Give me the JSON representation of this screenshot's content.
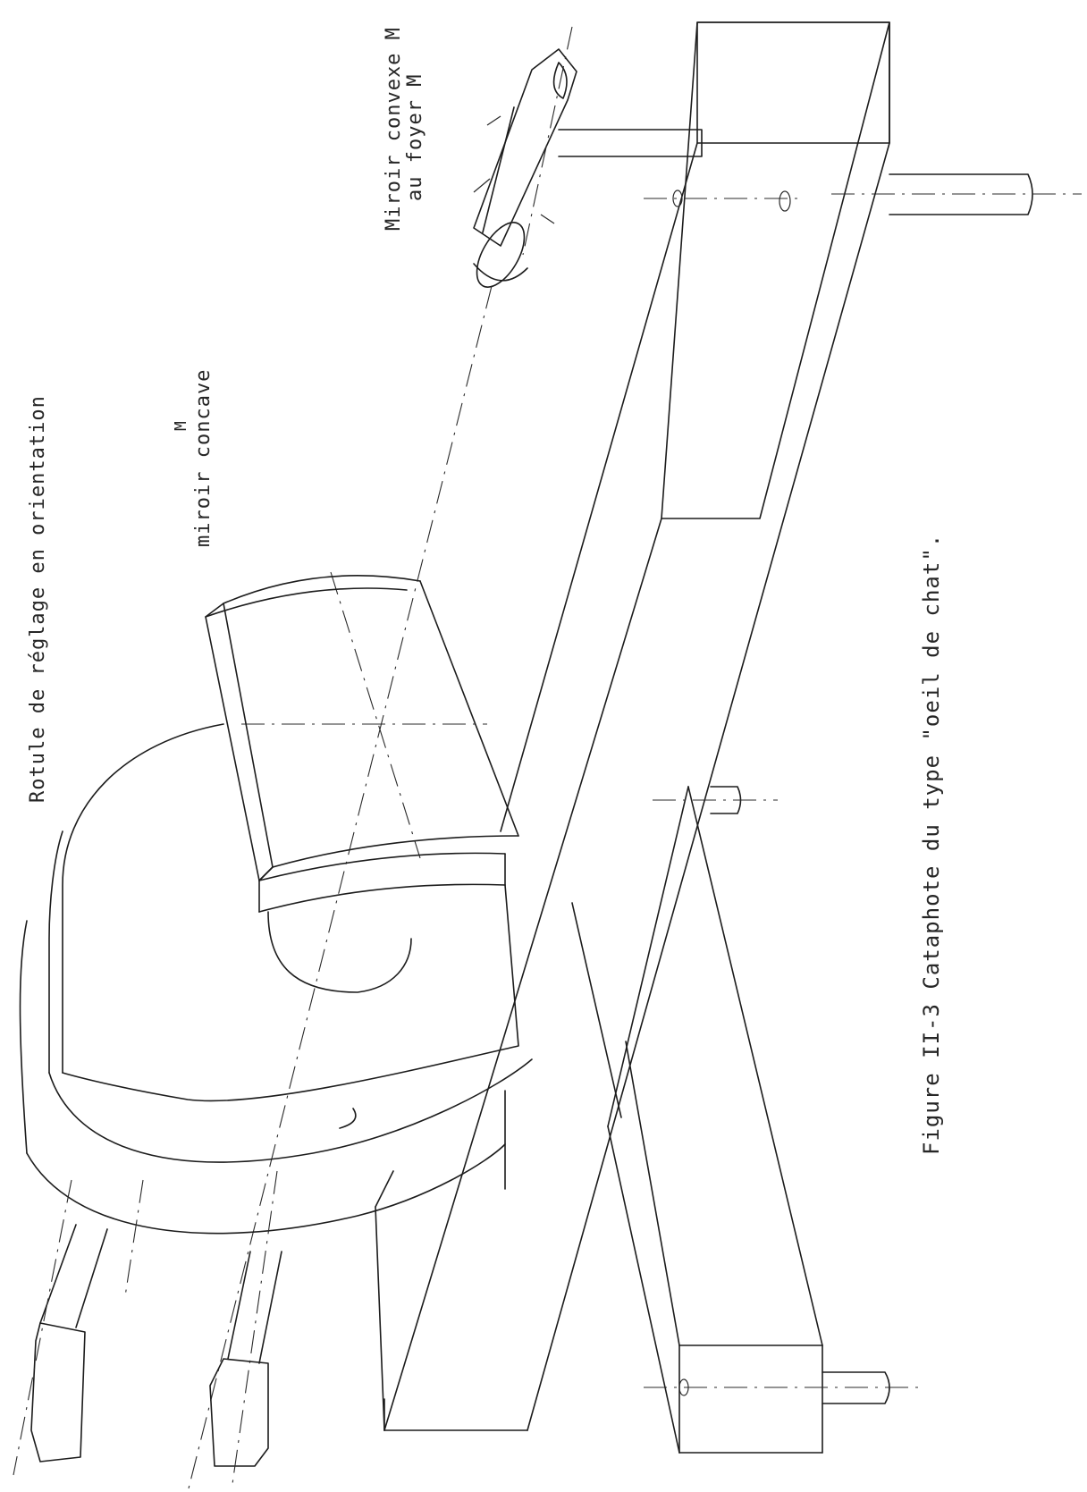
{
  "labels": {
    "rotule": "Rotule de réglage en orientation",
    "concave_mark": "M",
    "concave": "miroir concave",
    "convexe_line1": "Miroir convexe M",
    "convexe_line2": "au foyer M",
    "caption": "Figure II-3 Cataphote du type \"oeil de chat\"."
  }
}
